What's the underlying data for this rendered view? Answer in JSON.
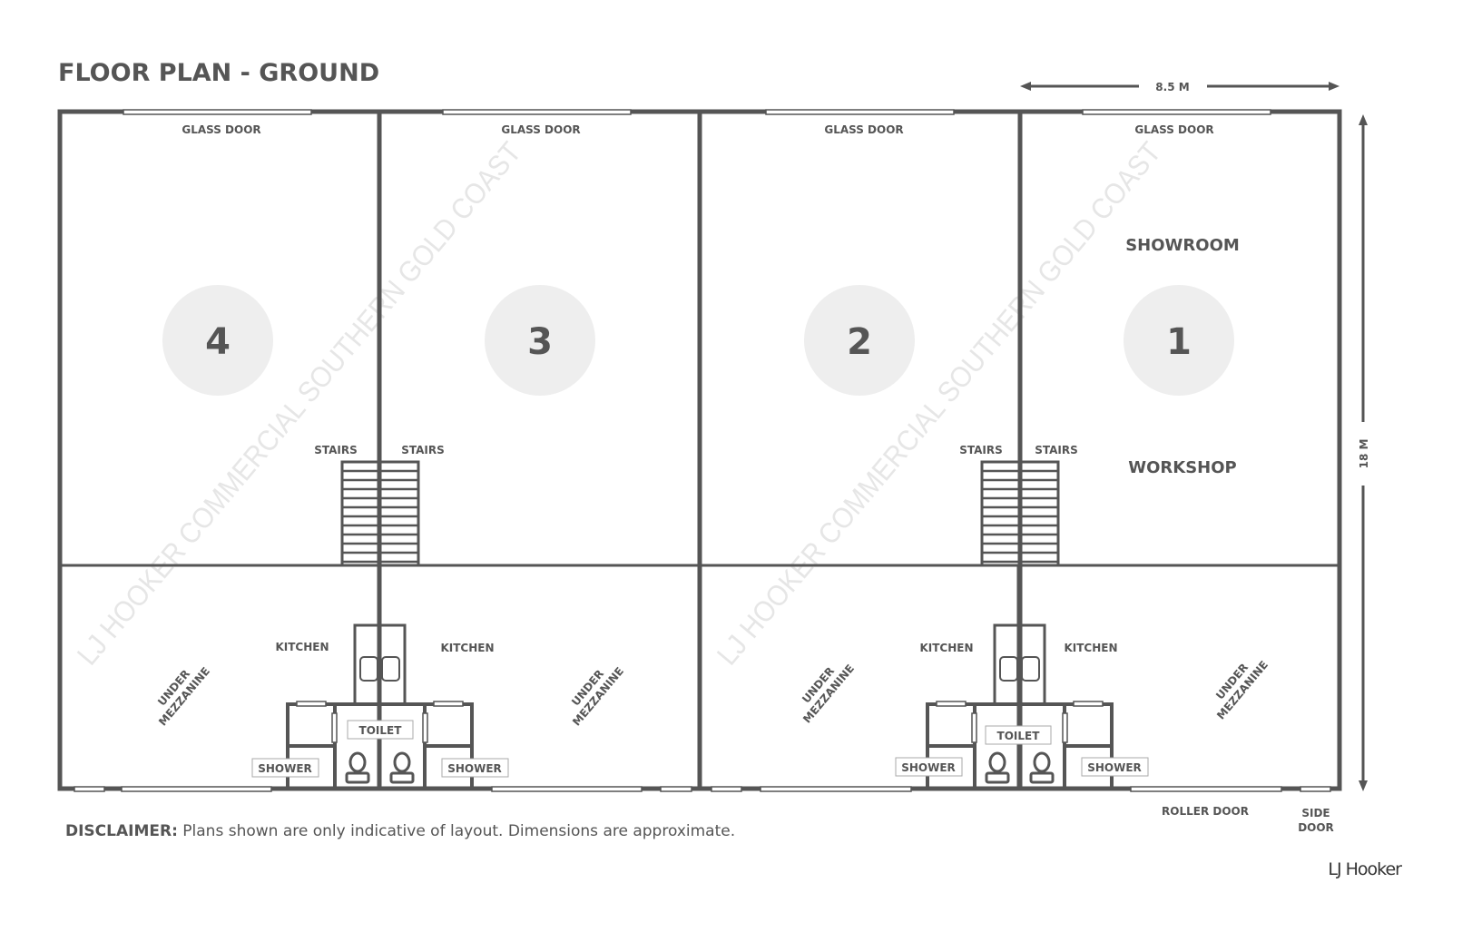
{
  "title": "FLOOR PLAN - GROUND",
  "dimensions": {
    "width": "8.5 M",
    "depth": "18 M"
  },
  "watermark": "LJ HOOKER COMMERCIAL SOUTHERN GOLD COAST",
  "units": [
    {
      "number": "4",
      "door": "GLASS DOOR",
      "stairs": "STAIRS",
      "kitchen": "KITCHEN",
      "mezzanine": [
        "UNDER",
        "MEZZANINE"
      ],
      "shower": "SHOWER"
    },
    {
      "number": "3",
      "door": "GLASS DOOR",
      "stairs": "STAIRS",
      "kitchen": "KITCHEN",
      "mezzanine": [
        "UNDER",
        "MEZZANINE"
      ],
      "shower": "SHOWER"
    },
    {
      "number": "2",
      "door": "GLASS DOOR",
      "stairs": "STAIRS",
      "kitchen": "KITCHEN",
      "mezzanine": [
        "UNDER",
        "MEZZANINE"
      ],
      "shower": "SHOWER"
    },
    {
      "number": "1",
      "door": "GLASS DOOR",
      "stairs": "STAIRS",
      "kitchen": "KITCHEN",
      "mezzanine": [
        "UNDER",
        "MEZZANINE"
      ],
      "shower": "SHOWER"
    }
  ],
  "toilets": [
    "TOILET",
    "TOILET"
  ],
  "unit1_areas": {
    "showroom": "SHOWROOM",
    "workshop": "WORKSHOP"
  },
  "bottom_doors": {
    "roller": "ROLLER DOOR",
    "side": [
      "SIDE",
      "DOOR"
    ]
  },
  "disclaimer": {
    "label": "DISCLAIMER:",
    "text": " Plans shown are only indicative of layout.  Dimensions are approximate."
  },
  "logo": "LJ Hooker",
  "colors": {
    "wall": "#555555",
    "circle": "#eeeeee"
  }
}
